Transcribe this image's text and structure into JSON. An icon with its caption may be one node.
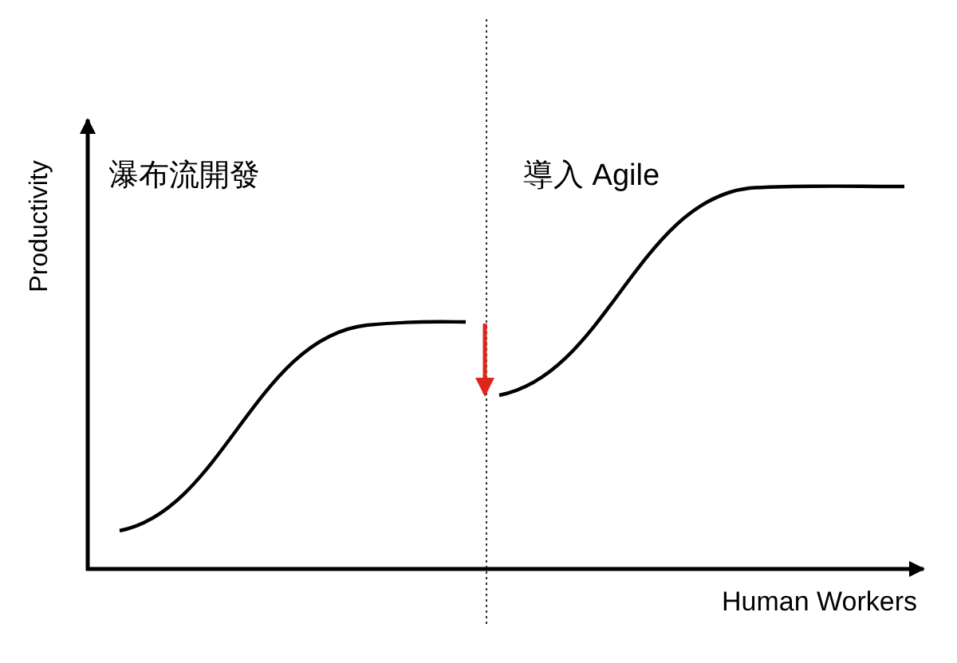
{
  "diagram": {
    "labels": [
      "瀑布流開發",
      "導入 Agile",
      "Productivity",
      "Human Workers"
    ]
  }
}
